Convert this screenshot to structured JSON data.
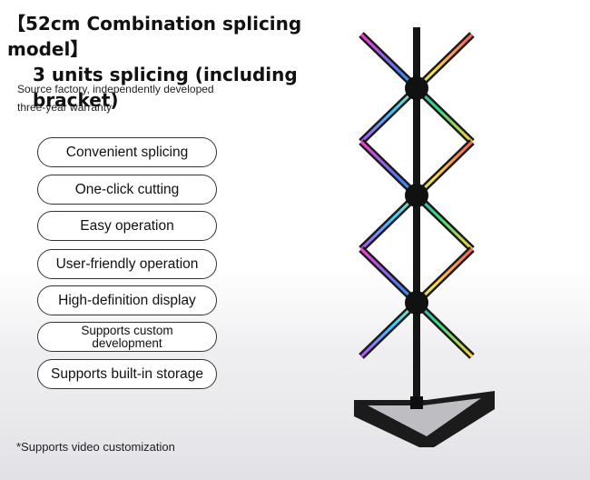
{
  "title": {
    "line1": "【52cm Combination splicing model】",
    "line2": "3 units splicing (including bracket)"
  },
  "subtitle": {
    "line1": "Source factory, independently developed",
    "line2": "three-year warranty"
  },
  "features": [
    "Convenient splicing",
    "One-click cutting",
    "Easy operation",
    "User-friendly operation",
    "High-definition display",
    "Supports custom development",
    "Supports built-in storage"
  ],
  "footnote": "*Supports video customization"
}
